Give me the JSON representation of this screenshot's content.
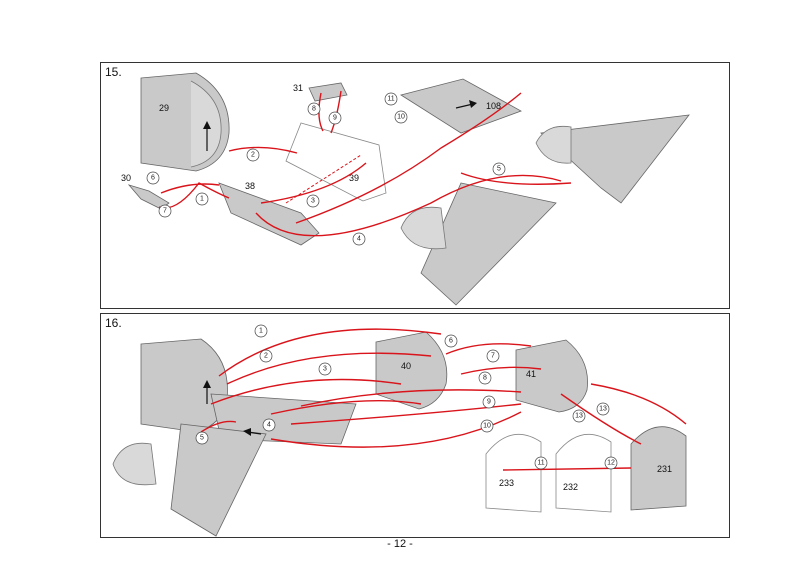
{
  "page": {
    "page_number": "- 12 -"
  },
  "step15": {
    "number": "15.",
    "parts": [
      "29",
      "30",
      "31",
      "38",
      "39",
      "108"
    ],
    "connectors": [
      "1",
      "2",
      "3",
      "4",
      "5",
      "6",
      "7",
      "8",
      "9",
      "10",
      "11"
    ]
  },
  "step16": {
    "number": "16.",
    "parts": [
      "40",
      "41",
      "233",
      "232",
      "231"
    ],
    "connectors": [
      "1",
      "2",
      "3",
      "4",
      "5",
      "6",
      "7",
      "8",
      "9",
      "10",
      "11",
      "12",
      "13",
      "13"
    ]
  },
  "colors": {
    "route": "#d9141b",
    "part_fill": "#c9c9c9",
    "outline": "#333333"
  }
}
